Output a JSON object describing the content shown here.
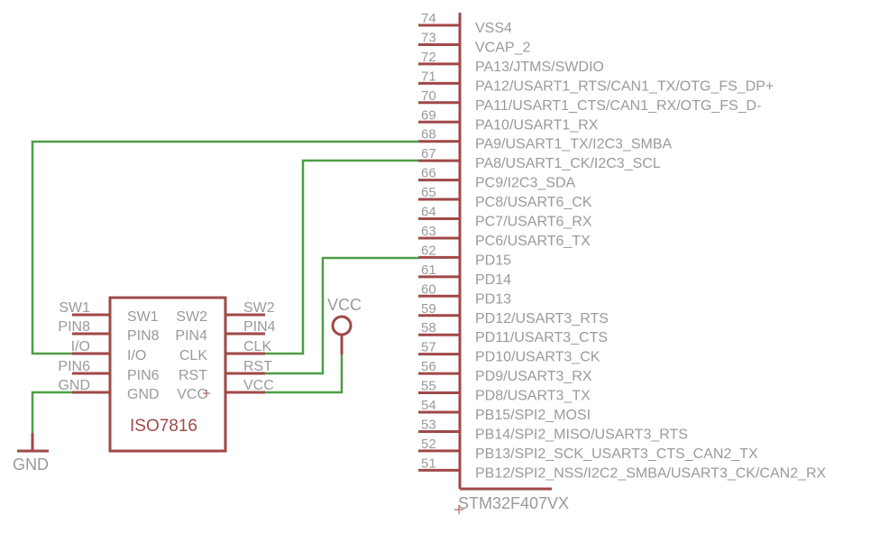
{
  "colors": {
    "part_body": "#a04848",
    "wire": "#4c9e45",
    "label": "#9a9a9a",
    "background": "#ffffff"
  },
  "mcu": {
    "name": "STM32F407VX",
    "pins": [
      {
        "num": "74",
        "name": "VSS4"
      },
      {
        "num": "73",
        "name": "VCAP_2"
      },
      {
        "num": "72",
        "name": "PA13/JTMS/SWDIO"
      },
      {
        "num": "71",
        "name": "PA12/USART1_RTS/CAN1_TX/OTG_FS_DP+"
      },
      {
        "num": "70",
        "name": "PA11/USART1_CTS/CAN1_RX/OTG_FS_D-"
      },
      {
        "num": "69",
        "name": "PA10/USART1_RX"
      },
      {
        "num": "68",
        "name": "PA9/USART1_TX/I2C3_SMBA"
      },
      {
        "num": "67",
        "name": "PA8/USART1_CK/I2C3_SCL"
      },
      {
        "num": "66",
        "name": "PC9/I2C3_SDA"
      },
      {
        "num": "65",
        "name": "PC8/USART6_CK"
      },
      {
        "num": "64",
        "name": "PC7/USART6_RX"
      },
      {
        "num": "63",
        "name": "PC6/USART6_TX"
      },
      {
        "num": "62",
        "name": "PD15"
      },
      {
        "num": "61",
        "name": "PD14"
      },
      {
        "num": "60",
        "name": "PD13"
      },
      {
        "num": "59",
        "name": "PD12/USART3_RTS"
      },
      {
        "num": "58",
        "name": "PD11/USART3_CTS"
      },
      {
        "num": "57",
        "name": "PD10/USART3_CK"
      },
      {
        "num": "56",
        "name": "PD9/USART3_RX"
      },
      {
        "num": "55",
        "name": "PD8/USART3_TX"
      },
      {
        "num": "54",
        "name": "PB15/SPI2_MOSI"
      },
      {
        "num": "53",
        "name": "PB14/SPI2_MISO/USART3_RTS"
      },
      {
        "num": "52",
        "name": "PB13/SPI2_SCK_USART3_CTS_CAN2_TX"
      },
      {
        "num": "51",
        "name": "PB12/SPI2_NSS/I2C2_SMBA/USART3_CK/CAN2_RX"
      }
    ]
  },
  "card": {
    "name": "ISO7816",
    "left_pins": [
      {
        "net": "SW1",
        "inner": "SW1"
      },
      {
        "net": "PIN8",
        "inner": "PIN8"
      },
      {
        "net": "I/O",
        "inner": "I/O"
      },
      {
        "net": "PIN6",
        "inner": "PIN6"
      },
      {
        "net": "GND",
        "inner": "GND"
      }
    ],
    "right_pins": [
      {
        "net": "SW2",
        "inner": "SW2"
      },
      {
        "net": "PIN4",
        "inner": "PIN4"
      },
      {
        "net": "CLK",
        "inner": "CLK"
      },
      {
        "net": "RST",
        "inner": "RST"
      },
      {
        "net": "VCC",
        "inner": "VCC"
      }
    ]
  },
  "power": {
    "vcc_label": "VCC",
    "gnd_label": "GND"
  },
  "connections": [
    {
      "from": "ISO7816.I/O",
      "to": "STM32F407VX.68"
    },
    {
      "from": "ISO7816.CLK",
      "to": "STM32F407VX.67"
    },
    {
      "from": "ISO7816.RST",
      "to": "STM32F407VX.62"
    },
    {
      "from": "ISO7816.VCC",
      "to": "VCC"
    },
    {
      "from": "ISO7816.GND",
      "to": "GND"
    }
  ]
}
